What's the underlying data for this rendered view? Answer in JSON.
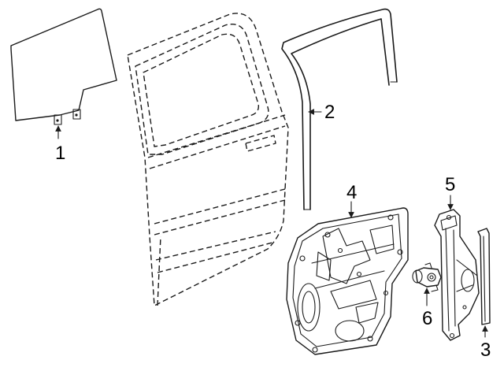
{
  "callouts": [
    {
      "id": "1",
      "label": "1"
    },
    {
      "id": "2",
      "label": "2"
    },
    {
      "id": "3",
      "label": "3"
    },
    {
      "id": "4",
      "label": "4"
    },
    {
      "id": "5",
      "label": "5"
    },
    {
      "id": "6",
      "label": "6"
    }
  ],
  "colors": {
    "line": "#1a1a1a",
    "background": "#ffffff"
  }
}
